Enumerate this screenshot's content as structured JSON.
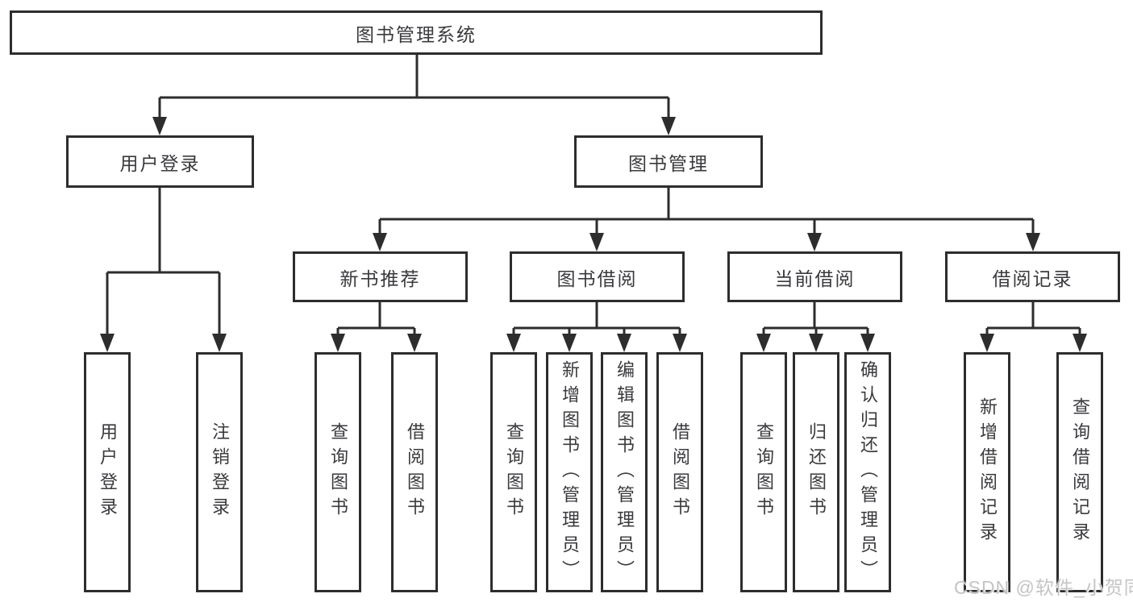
{
  "diagram": {
    "root": {
      "label": "图书管理系统"
    },
    "branches": [
      {
        "label": "用户登录"
      },
      {
        "label": "图书管理"
      }
    ],
    "modules": [
      {
        "label": "新书推荐"
      },
      {
        "label": "图书借阅"
      },
      {
        "label": "当前借阅"
      },
      {
        "label": "借阅记录"
      }
    ],
    "functions": [
      {
        "label": "用户登录"
      },
      {
        "label": "注销登录"
      },
      {
        "label": "查询图书"
      },
      {
        "label": "借阅图书"
      },
      {
        "label": "查询图书"
      },
      {
        "label": "新增图书（管理员）"
      },
      {
        "label": "编辑图书（管理员）"
      },
      {
        "label": "借阅图书"
      },
      {
        "label": "查询图书"
      },
      {
        "label": "归还图书"
      },
      {
        "label": "确认归还（管理员）"
      },
      {
        "label": "新增借阅记录"
      },
      {
        "label": "查询借阅记录"
      }
    ]
  },
  "watermark": {
    "text": "CSDN @软件_小贺同学"
  },
  "colors": {
    "line": "#2d2d2d",
    "text": "#3a3a3e",
    "background": "#ffffff",
    "watermark": "#c4c4c4"
  }
}
